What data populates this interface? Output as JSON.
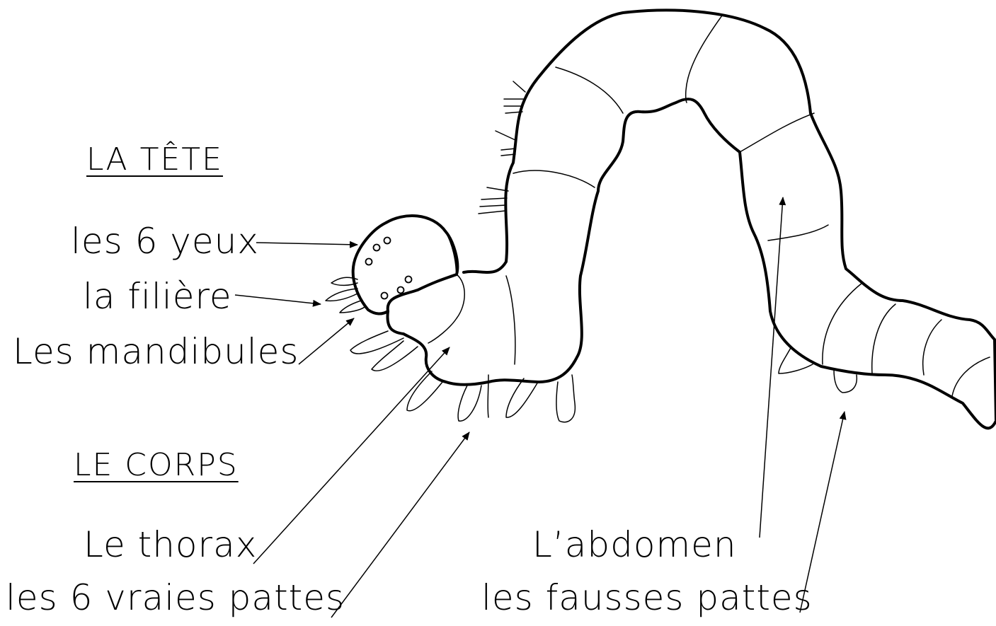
{
  "sections": {
    "head": {
      "title": "LA TÊTE",
      "parts": [
        {
          "label": "les 6 yeux"
        },
        {
          "label": "la filière"
        },
        {
          "label": "Les mandibules"
        }
      ]
    },
    "body": {
      "title": "LE CORPS",
      "parts": [
        {
          "label": "Le thorax"
        },
        {
          "label": "les 6 vraies pattes"
        },
        {
          "label": "L’abdomen"
        },
        {
          "label": "les fausses pattes"
        }
      ]
    }
  }
}
